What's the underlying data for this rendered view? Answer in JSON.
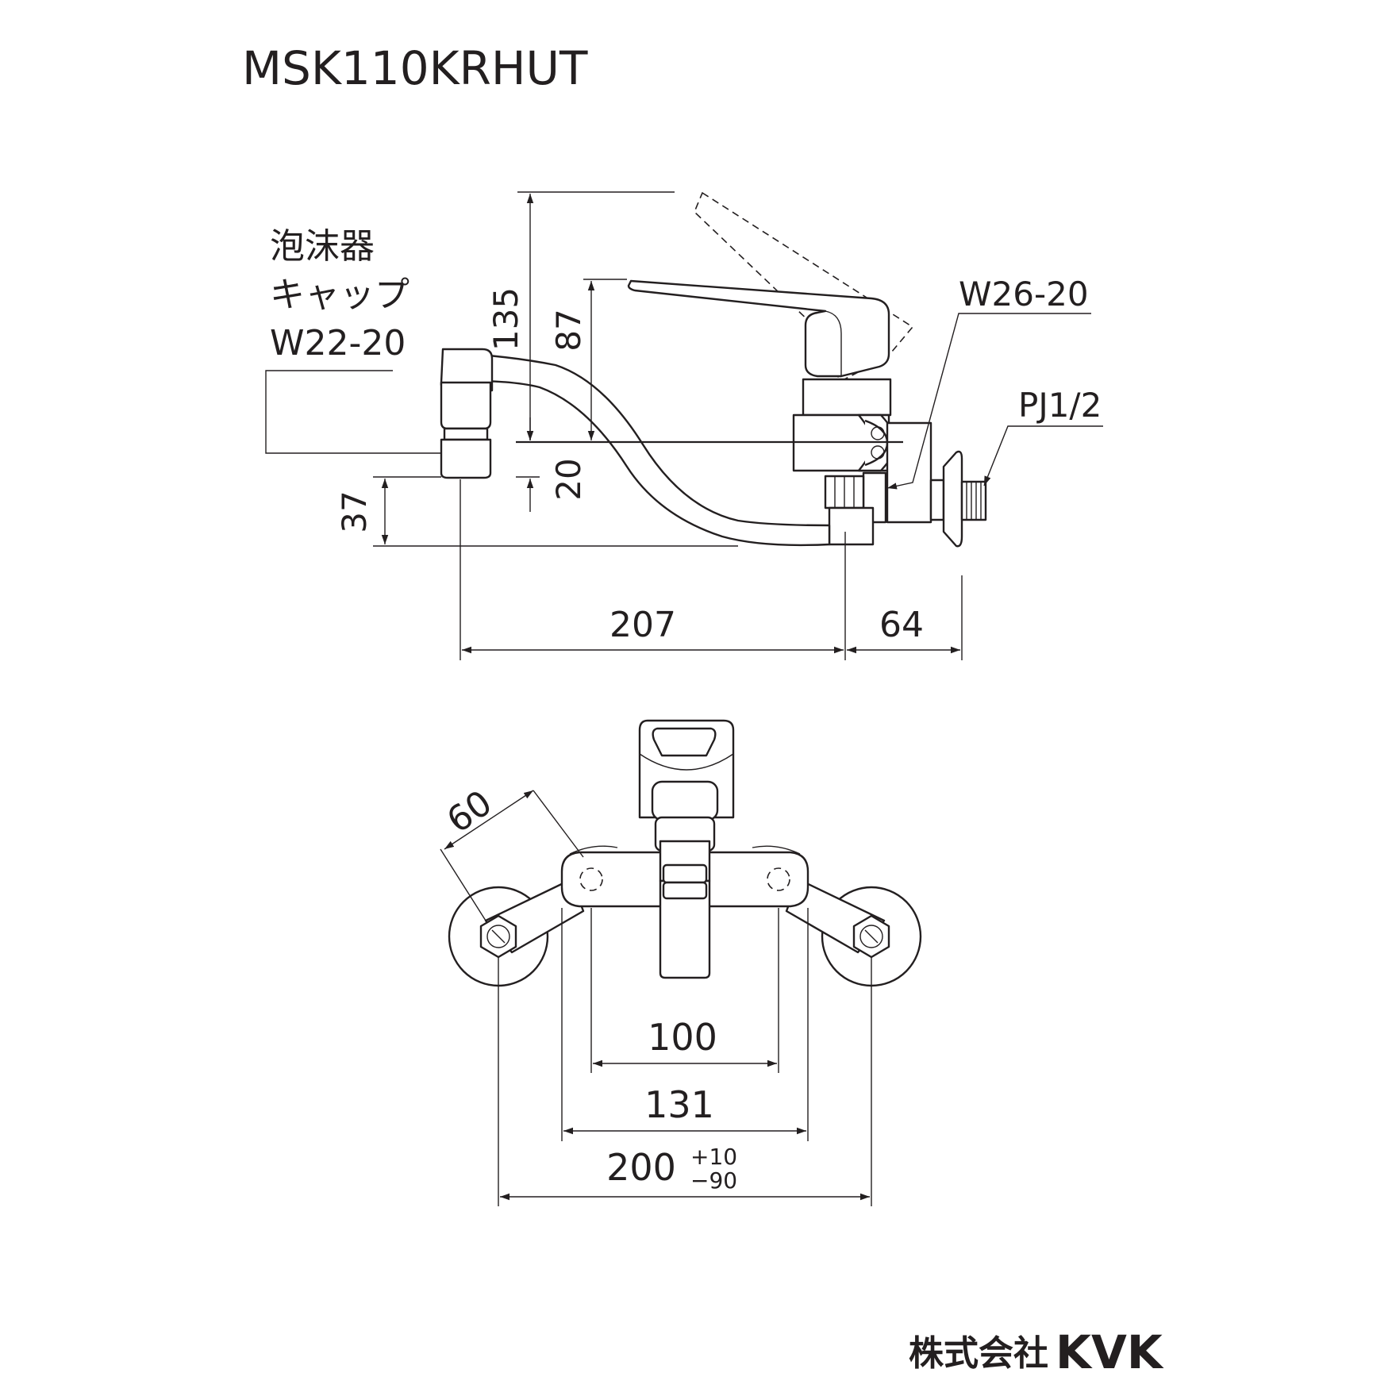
{
  "model": "MSK110KRHUT",
  "side_view": {
    "callout_aerator": [
      "泡沫器",
      "キャップ",
      "W22-20"
    ],
    "callout_w26": "W26-20",
    "callout_pj": "PJ1/2",
    "dim_135": "135",
    "dim_87": "87",
    "dim_20": "20",
    "dim_37": "37",
    "dim_207": "207",
    "dim_64": "64"
  },
  "front_view": {
    "dim_60": "60",
    "dim_100": "100",
    "dim_131": "131",
    "dim_200": "200",
    "tol_plus": "+10",
    "tol_minus": "−90"
  },
  "company": {
    "name_jp": "株式会社",
    "brand": "KVK"
  },
  "colors": {
    "ink": "#231f20",
    "background": "#ffffff"
  }
}
